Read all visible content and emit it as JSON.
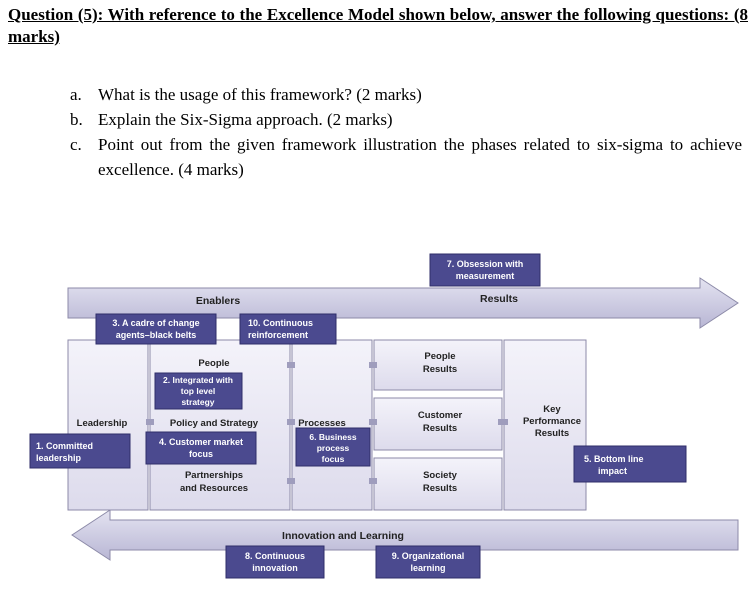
{
  "question": {
    "heading": "Question (5): With reference to the Excellence Model shown below, answer the following questions: (8 marks)",
    "items": [
      {
        "label": "a.",
        "text": "What is the usage of this framework? (2 marks)"
      },
      {
        "label": "b.",
        "text": "Explain the Six-Sigma approach. (2 marks)"
      },
      {
        "label": "c.",
        "text": "Point out from the given framework illustration the phases related to six-sigma to achieve excellence. (4 marks)"
      }
    ]
  },
  "diagram": {
    "enablers": "Enablers",
    "results": "Results",
    "innovation": "Innovation and Learning",
    "leadership": "Leadership",
    "people": "People",
    "policy": "Policy and Strategy",
    "partnerships": [
      "Partnerships",
      "and Resources"
    ],
    "processes": "Processes",
    "people_results": [
      "People",
      "Results"
    ],
    "customer_results": [
      "Customer",
      "Results"
    ],
    "society_results": [
      "Society",
      "Results"
    ],
    "kpr": [
      "Key",
      "Performance",
      "Results"
    ],
    "callouts": {
      "c1": [
        "1. Committed",
        "leadership"
      ],
      "c2": [
        "2. Integrated with",
        "top level",
        "strategy"
      ],
      "c3": [
        "3. A cadre of change",
        "agents–black belts"
      ],
      "c4": [
        "4. Customer market",
        "focus"
      ],
      "c5": [
        "5. Bottom line",
        "impact"
      ],
      "c6": [
        "6. Business",
        "process",
        "focus"
      ],
      "c7": [
        "7. Obsession with",
        "measurement"
      ],
      "c8": [
        "8. Continuous",
        "innovation"
      ],
      "c9": [
        "9. Organizational",
        "learning"
      ],
      "c10": [
        "10. Continuous",
        "reinforcement"
      ]
    }
  },
  "colors": {
    "panel": "#eeedf7",
    "panel_border": "#8c8aa8",
    "arrow": "#cfcde3",
    "callout": "#4b4a8f",
    "callout_text": "#ffffff"
  }
}
